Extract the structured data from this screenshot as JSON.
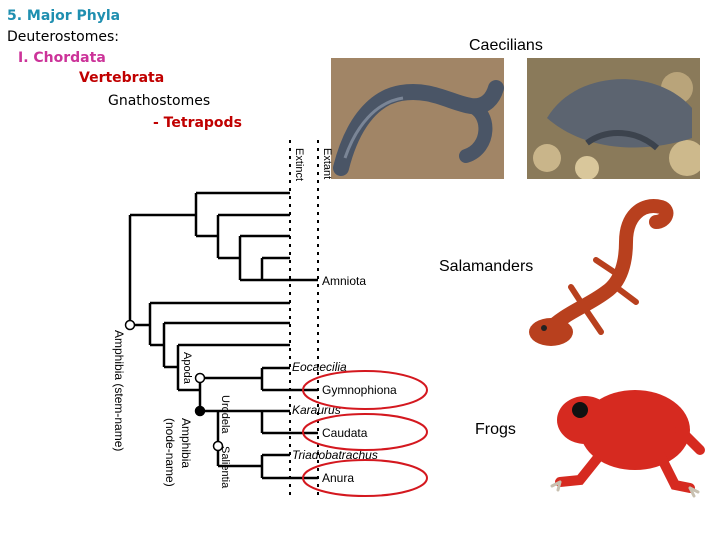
{
  "header": {
    "line1": "5. Major Phyla",
    "line2": "Deuterostomes:",
    "line3": "I. Chordata",
    "line4": "Vertebrata",
    "line5": "Gnathostomes",
    "line6": "- Tetrapods"
  },
  "captions": {
    "caecilians": "Caecilians",
    "salamanders": "Salamanders",
    "frogs": "Frogs"
  },
  "tree": {
    "extinct": "Extinct",
    "extant": "Extant",
    "amniota": "Amniota",
    "eocaecilia": "Eocaecilia",
    "gymnophiona": "Gymnophiona",
    "karaurus": "Karaurus",
    "caudata": "Caudata",
    "triadobatrachus": "Triadobatrachus",
    "anura": "Anura",
    "apoda": "Apoda",
    "urodela": "Urodela",
    "salientia": "Salientia",
    "amphibia_stem": "Amphibia (stem-name)",
    "amphibia_node_1": "Amphibia",
    "amphibia_node_2": "(node-name)"
  },
  "colors": {
    "phyla": "#1f8fb0",
    "chordata": "#cc3399",
    "highlight": "#c00000",
    "circle": "#d4181f"
  }
}
